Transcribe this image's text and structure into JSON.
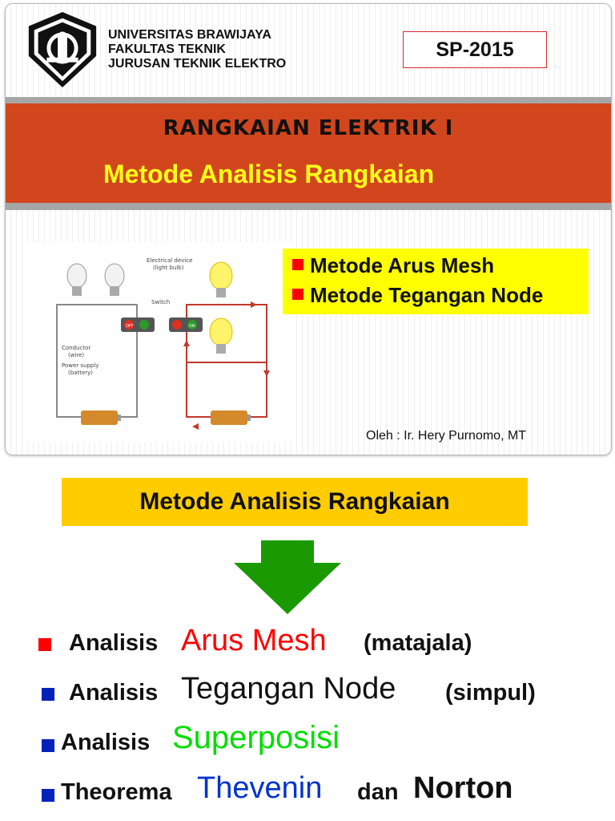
{
  "slide1": {
    "institution": {
      "line1": "UNIVERSITAS BRAWIJAYA",
      "line2": "FAKULTAS TEKNIK",
      "line3": "JURUSAN TEKNIK ELEKTRO"
    },
    "code": "SP-2015",
    "course_title": "RANGKAIAN ELEKTRIK I",
    "subtitle": "Metode Analisis Rangkaian",
    "methods": [
      "Metode Arus Mesh",
      "Metode Tegangan Node"
    ],
    "diagram_labels": {
      "device": "Electrical device",
      "device_sub": "(light bulb)",
      "switch": "Switch",
      "off": "OFF",
      "on": "ON",
      "conductor": "Conductor",
      "conductor_sub": "(wire)",
      "power": "Power supply",
      "power_sub": "(battery)"
    },
    "author": "Oleh : Ir. Hery Purnomo, MT"
  },
  "slide2": {
    "heading": "Metode Analisis Rangkaian",
    "items": [
      {
        "prefix": "Analisis",
        "highlight": "Arus Mesh",
        "suffix": "(matajala)"
      },
      {
        "prefix": "Analisis",
        "highlight": "Tegangan Node",
        "suffix": "(simpul)"
      },
      {
        "prefix": "Analisis",
        "highlight": "Superposisi",
        "suffix": ""
      },
      {
        "prefix": "Theorema",
        "highlight": "Thevenin",
        "middle": "dan",
        "highlight2": "Norton"
      }
    ]
  },
  "colors": {
    "title_band": "#d2461e",
    "subtitle_text": "#ffff1a",
    "methods_box": "#ffff00",
    "heading_box": "#ffcc00",
    "arrow": "#1a9a00",
    "red_accent": "#ff0000",
    "blue_accent": "#0033cc",
    "green_accent": "#00dd00"
  }
}
